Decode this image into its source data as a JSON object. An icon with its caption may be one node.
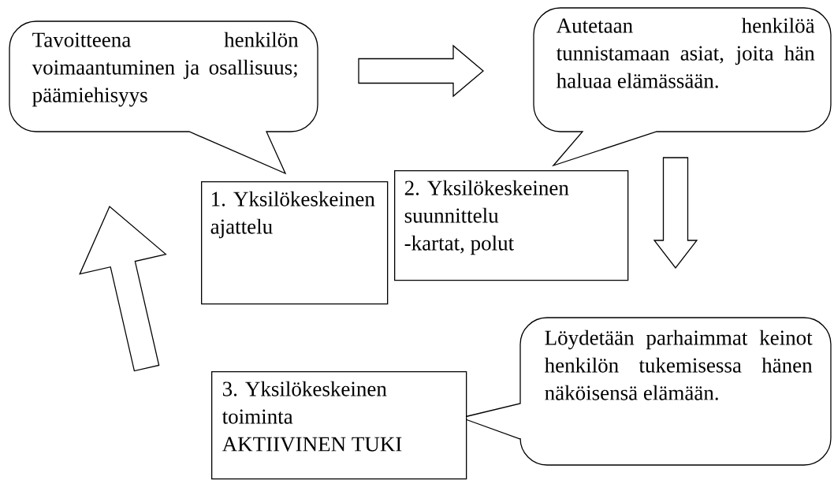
{
  "diagram": {
    "nodes": [
      {
        "text": [
          "Tavoitteena henkilön voimaantuminen ja osallisuus; päämiehisyys"
        ]
      },
      {
        "text": [
          "Autetaan henkilöä tunnistamaan asiat, joita hän haluaa elämässään."
        ]
      },
      {
        "text": [
          "1. Yksilökeskeinen ajattelu"
        ]
      },
      {
        "text": [
          "2. Yksilökeskeinen suunnittelu",
          "-kartat, polut"
        ]
      },
      {
        "text": [
          "Löydetään parhaimmat keinot henkilön tukemisessa hänen näköisensä elämään."
        ]
      },
      {
        "text": [
          "3. Yksilökeskeinen toiminta",
          "AKTIIVINEN TUKI"
        ]
      }
    ],
    "edges": [
      {
        "from": 0,
        "to": 1,
        "arrow": "to"
      },
      {
        "from": 1,
        "to": 4,
        "arrow": "to"
      },
      {
        "from": 5,
        "to": 0,
        "arrow": "to"
      }
    ]
  }
}
